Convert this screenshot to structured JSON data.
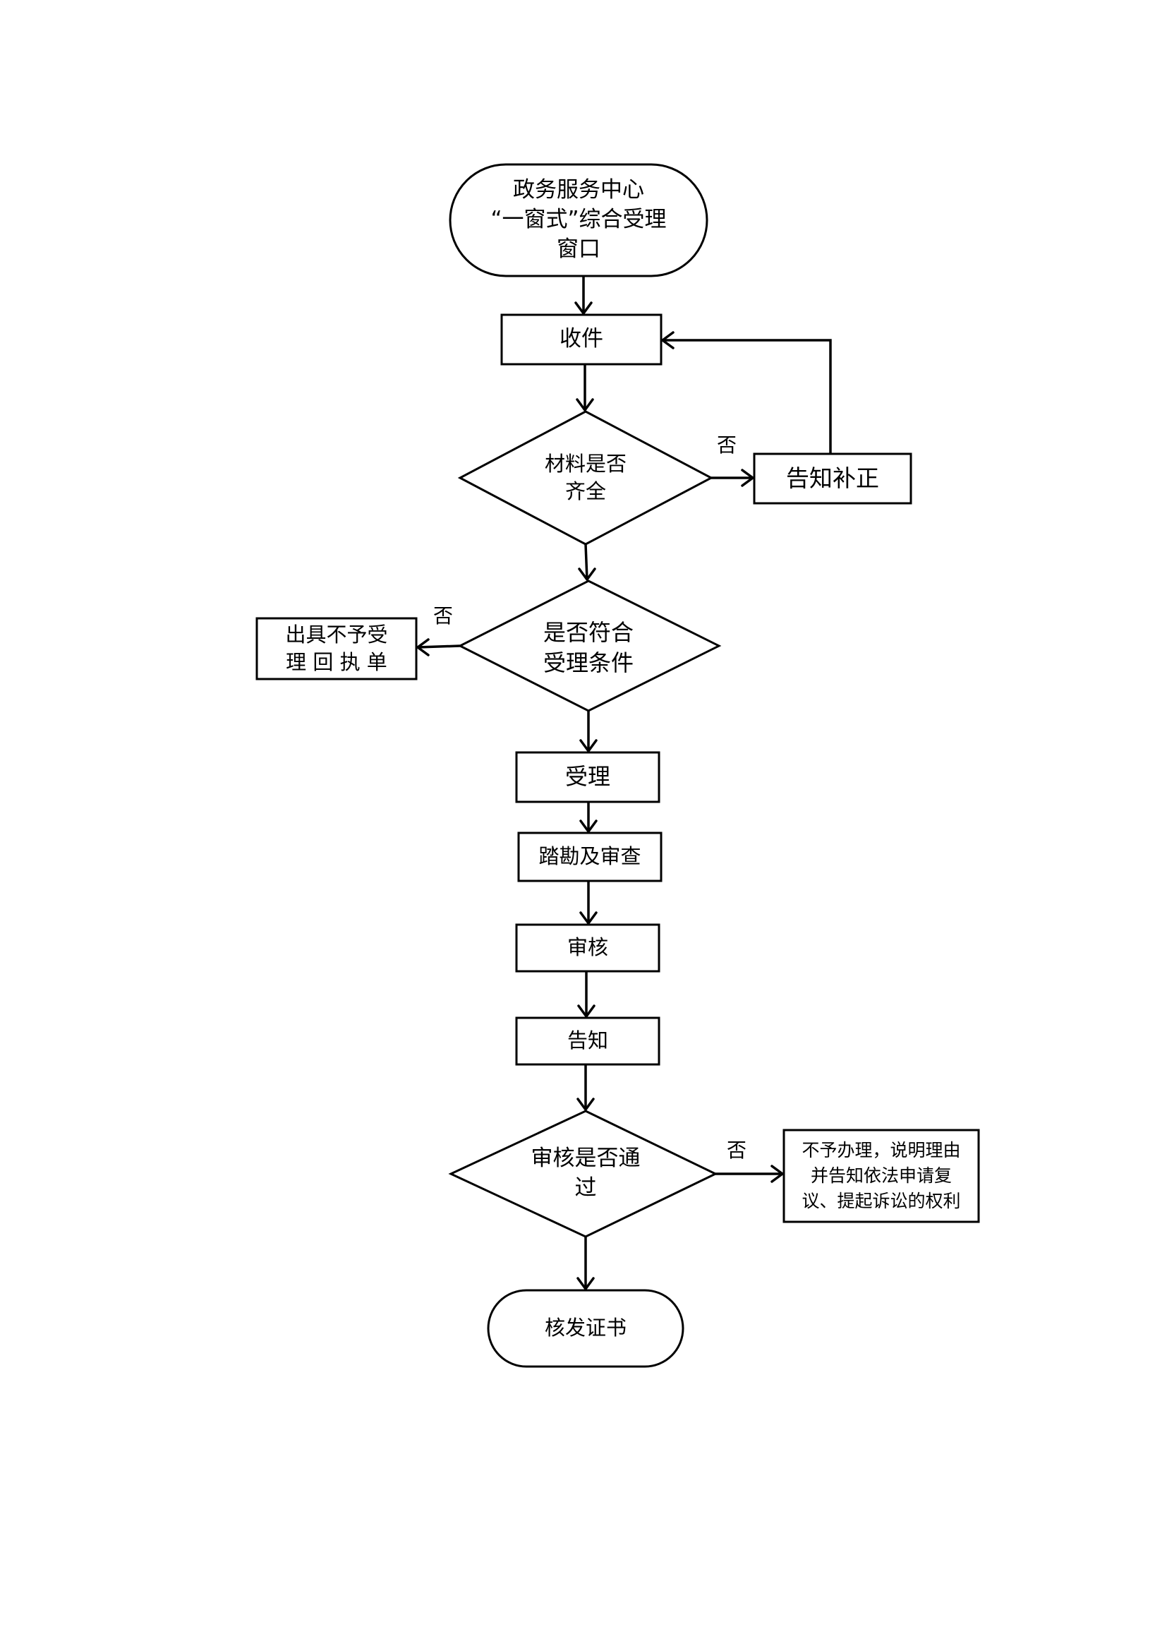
{
  "flowchart": {
    "start": "政务服务中心\n“一窗式”综合受理\n窗口",
    "receive": "收件",
    "check_materials": "材料是否\n齐全",
    "notify_correction": "告知补正",
    "no_label_1": "否",
    "check_conditions": "是否符合\n受理条件",
    "reject_receipt": "出具不予受\n理 回 执 单",
    "no_label_2": "否",
    "accept": "受理",
    "survey_review": "踏勘及审查",
    "audit": "审核",
    "notify": "告知",
    "check_pass": "审核是否通\n过",
    "no_label_3": "否",
    "reject_explain": "不予办理，说明理由\n并告知依法申请复\n议、提起诉讼的权利",
    "issue_certificate": "核发证书"
  }
}
